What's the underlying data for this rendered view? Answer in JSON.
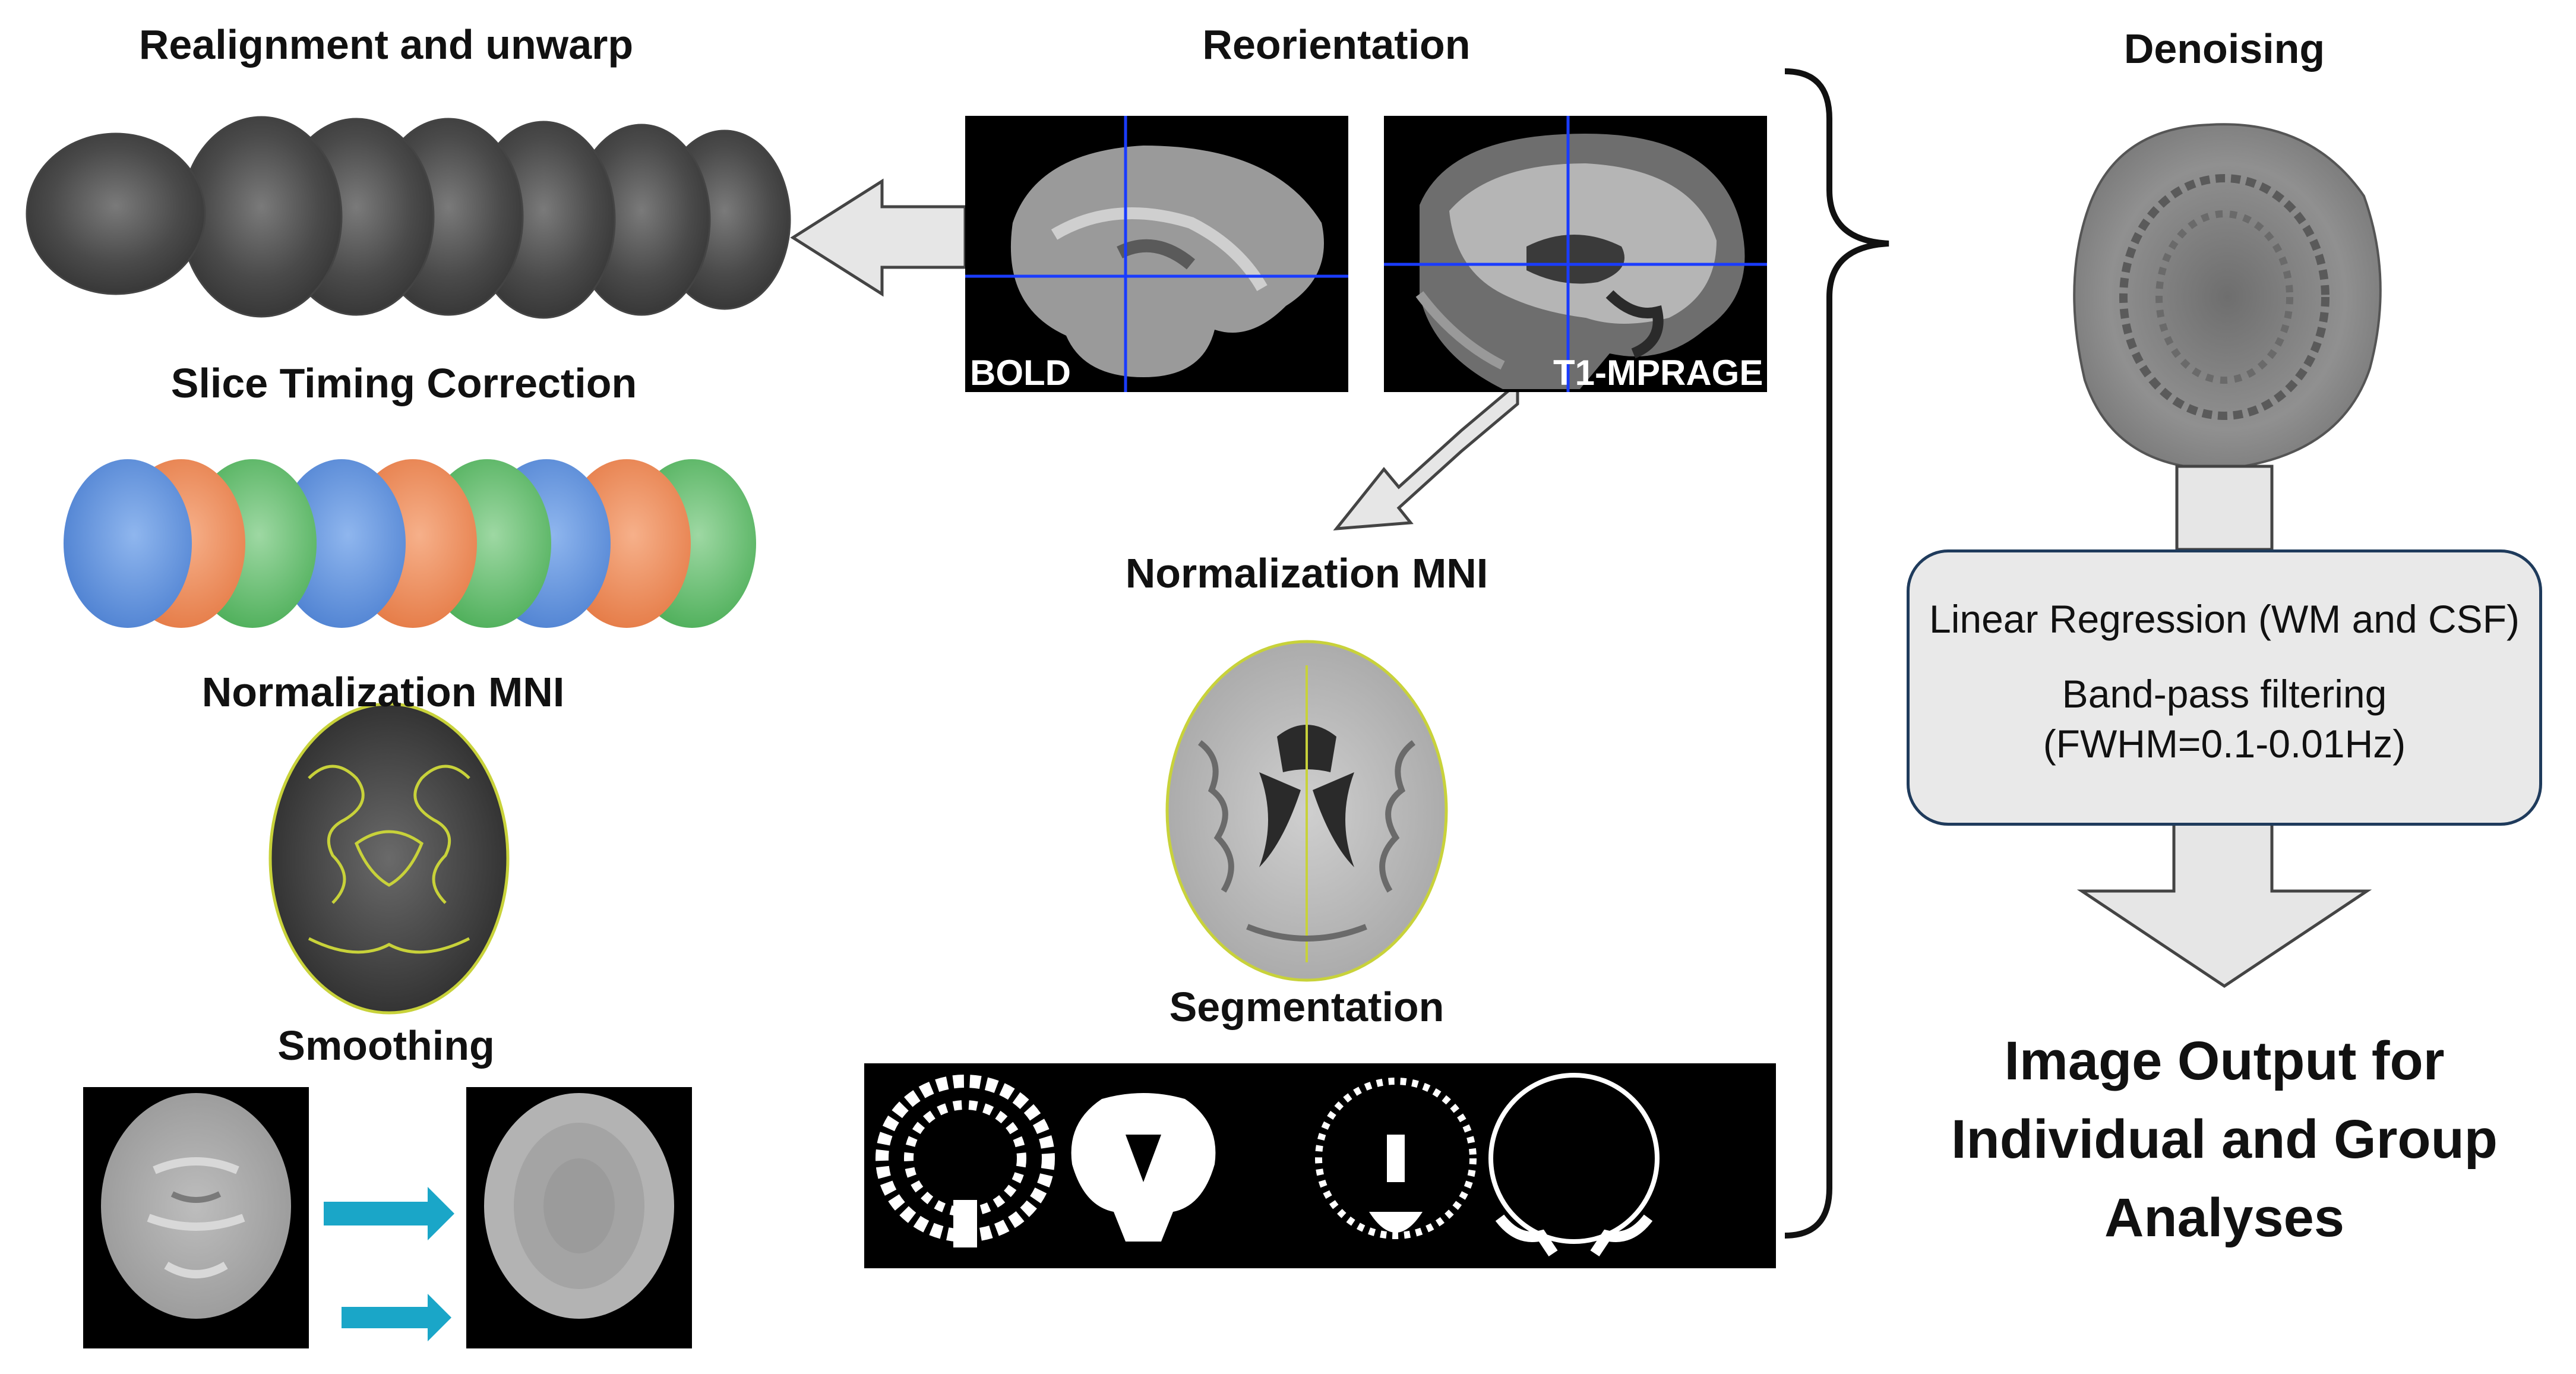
{
  "steps": {
    "realign": "Realignment and unwarp",
    "slice_timing": "Slice Timing Correction",
    "norm_bold": "Normalization MNI",
    "smoothing": "Smoothing",
    "reorientation": "Reorientation",
    "norm_t1": "Normalization MNI",
    "segmentation": "Segmentation",
    "denoising": "Denoising"
  },
  "images": {
    "bold_label": "BOLD",
    "t1_label": "T1-MPRAGE"
  },
  "denoise_box": {
    "line1": "Linear Regression (WM and CSF)",
    "line2": "Band-pass filtering",
    "line3": "(FWHM=0.1-0.01Hz)"
  },
  "output": {
    "line1": "Image Output for",
    "line2": "Individual and Group",
    "line3": "Analyses"
  },
  "colors": {
    "slice_blue": "#5b8fd8",
    "slice_orange": "#ee8a5a",
    "slice_green": "#5fbf6a",
    "arrow_cyan": "#1aa6c8",
    "crosshair": "#1a3cff",
    "contour": "#c8d23a"
  }
}
